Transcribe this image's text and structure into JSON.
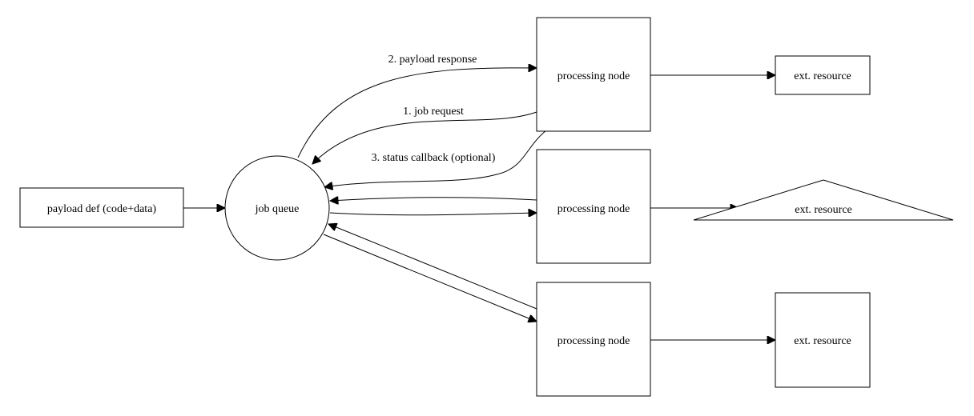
{
  "nodes": {
    "payload_def": "payload def (code+data)",
    "job_queue": "job queue",
    "processing_node": "processing node",
    "ext_resource": "ext. resource"
  },
  "edge_labels": {
    "payload_response": "2. payload response",
    "job_request": "1. job request",
    "status_callback": "3. status callback (optional)"
  }
}
